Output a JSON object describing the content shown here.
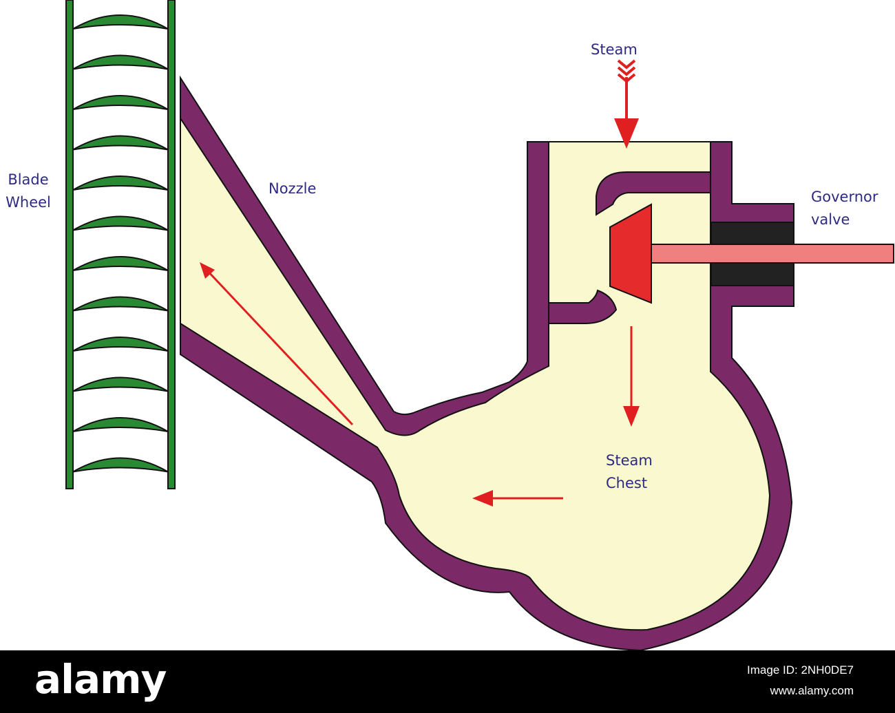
{
  "labels": {
    "steam": "Steam",
    "nozzle": "Nozzle",
    "blade_line1": "Blade",
    "blade_line2": "Wheel",
    "governor_line1": "Governor",
    "governor_line2": "valve",
    "chest_line1": "Steam",
    "chest_line2": "Chest"
  },
  "watermark": {
    "brand": "alamy",
    "image_id": "Image ID: 2NH0DE7",
    "url": "www.alamy.com"
  },
  "colors": {
    "casing": "#7b2a67",
    "steam_fill": "#faf8cf",
    "blade": "#2a8a34",
    "blade_frame": "#1f7a2c",
    "valve": "#e52b2b",
    "spindle": "#f08080",
    "gland": "#222222",
    "arrow": "#e02020",
    "label": "#2e2a82"
  }
}
